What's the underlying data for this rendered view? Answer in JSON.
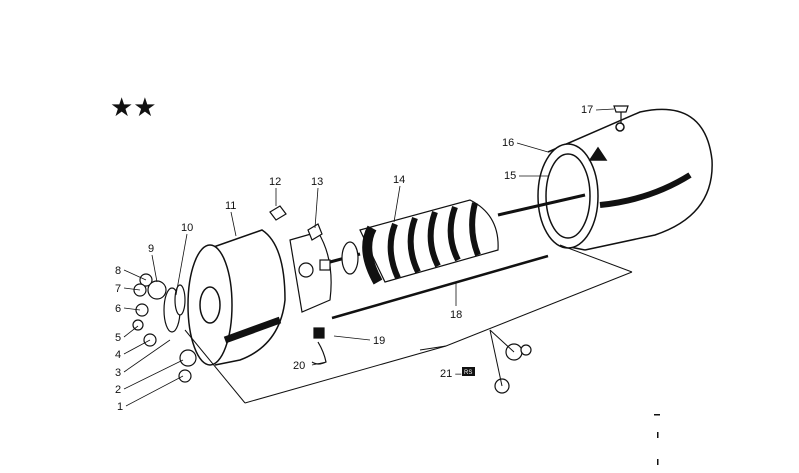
{
  "marker_stars": "★★",
  "kit_badge_text": "RS",
  "callouts": [
    {
      "id": "c1",
      "label": "1"
    },
    {
      "id": "c2",
      "label": "2"
    },
    {
      "id": "c3",
      "label": "3"
    },
    {
      "id": "c4",
      "label": "4"
    },
    {
      "id": "c5",
      "label": "5"
    },
    {
      "id": "c6",
      "label": "6"
    },
    {
      "id": "c7",
      "label": "7"
    },
    {
      "id": "c8",
      "label": "8"
    },
    {
      "id": "c9",
      "label": "9"
    },
    {
      "id": "c10",
      "label": "10"
    },
    {
      "id": "c11",
      "label": "11"
    },
    {
      "id": "c12",
      "label": "12"
    },
    {
      "id": "c13",
      "label": "13"
    },
    {
      "id": "c14",
      "label": "14"
    },
    {
      "id": "c15",
      "label": "15"
    },
    {
      "id": "c16",
      "label": "16"
    },
    {
      "id": "c17",
      "label": "17"
    },
    {
      "id": "c18",
      "label": "18"
    },
    {
      "id": "c19",
      "label": "19"
    },
    {
      "id": "c20",
      "label": "20"
    },
    {
      "id": "c21",
      "label": "21 –"
    }
  ],
  "colors": {
    "ink": "#111111",
    "paper": "#ffffff"
  }
}
